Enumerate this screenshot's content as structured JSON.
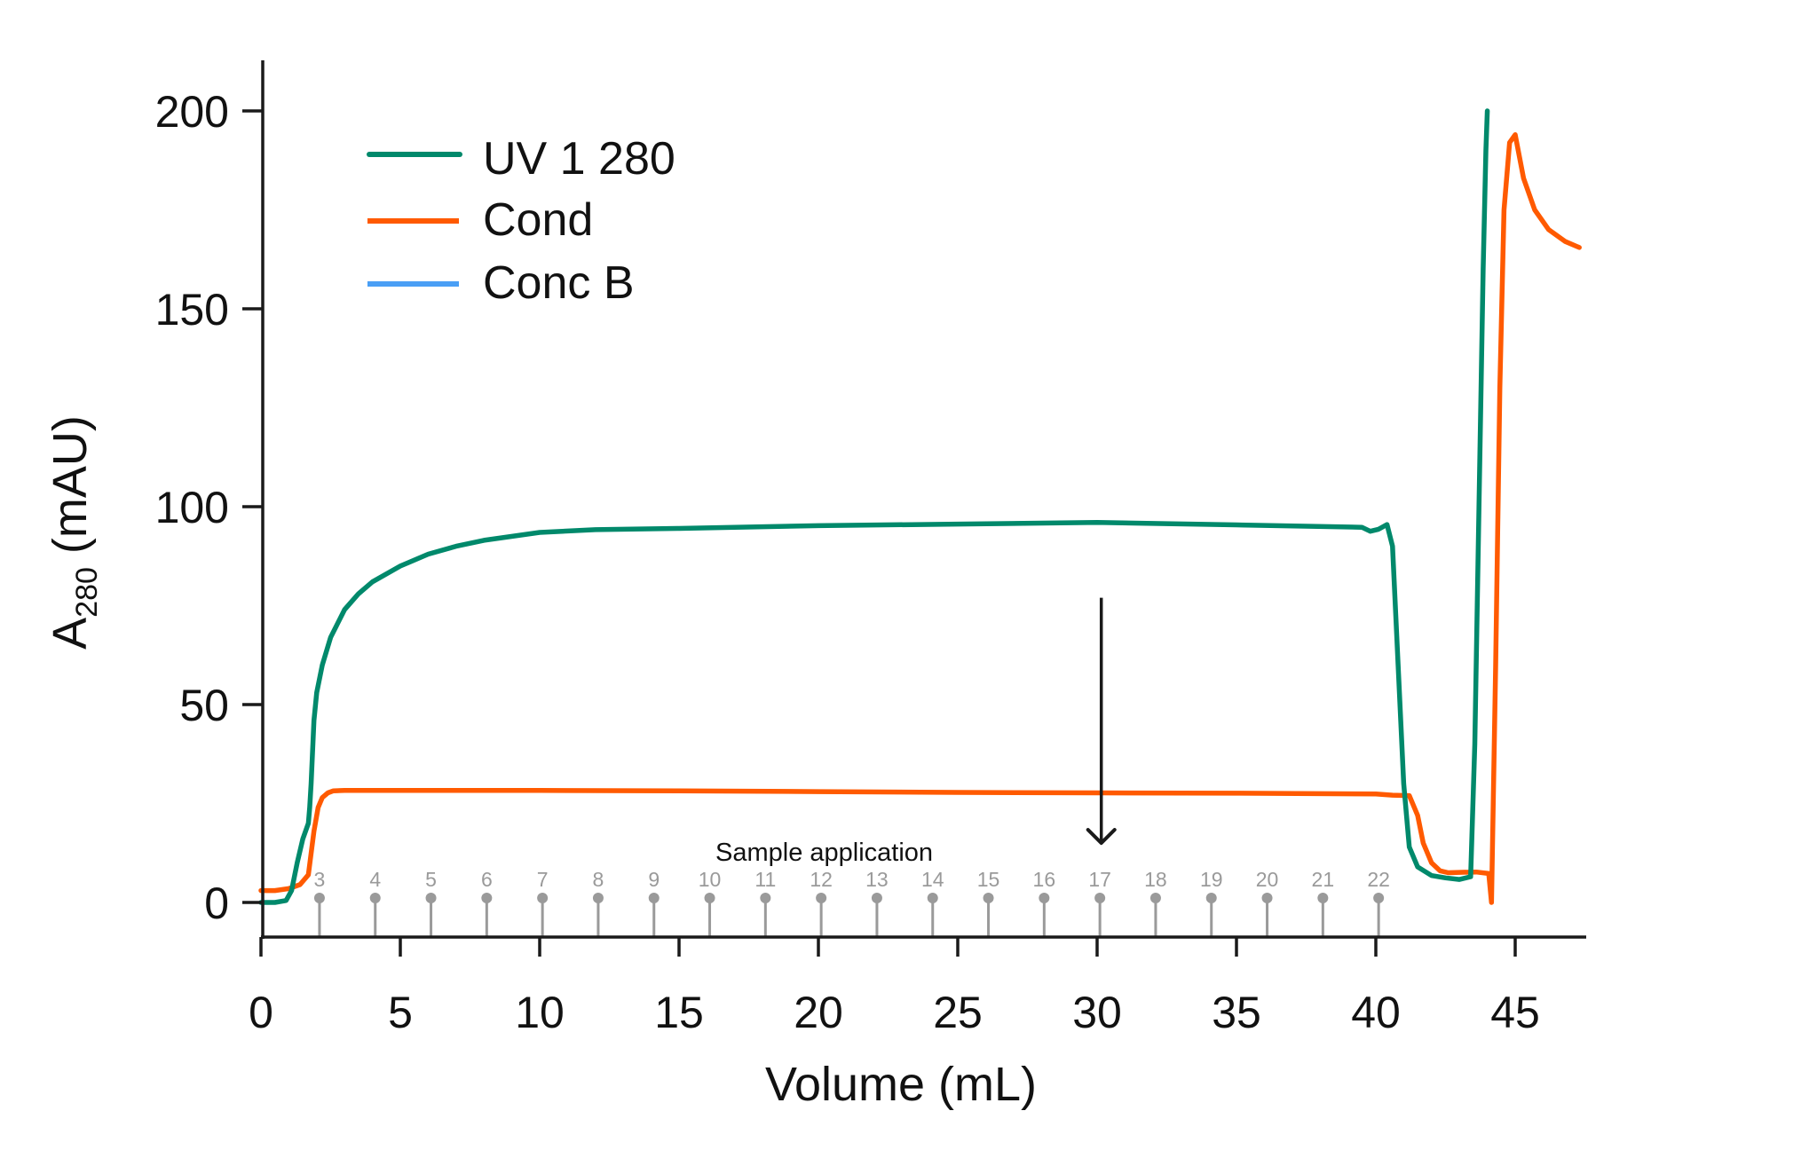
{
  "chart_data": {
    "type": "line",
    "title": "",
    "xlabel": "Volume (mL)",
    "ylabel": "A280 (mAU)",
    "ylabel_main": "A",
    "ylabel_sub": "280",
    "ylabel_unit": " (mAU)",
    "xlim": [
      0,
      47.2
    ],
    "ylim": [
      -8,
      208
    ],
    "x_ticks": [
      0,
      5,
      10,
      15,
      20,
      25,
      30,
      35,
      40,
      45
    ],
    "y_ticks": [
      0,
      50,
      100,
      150,
      200
    ],
    "grid": false,
    "legend_position": "upper-left",
    "series": [
      {
        "name": "UV 1 280",
        "color": "#00896b",
        "x": [
          0,
          0.5,
          0.9,
          1.1,
          1.3,
          1.5,
          1.7,
          1.75,
          1.8,
          1.85,
          1.9,
          2.0,
          2.2,
          2.5,
          3.0,
          3.5,
          4.0,
          5.0,
          6.0,
          7.0,
          8.0,
          10.0,
          12.0,
          15.0,
          20.0,
          25.0,
          30.0,
          35.0,
          39.5,
          39.8,
          40.1,
          40.4,
          40.6,
          40.8,
          41.0,
          41.2,
          41.5,
          42.0,
          42.5,
          43.0,
          43.4,
          43.55,
          43.7,
          43.85,
          43.95,
          44.0
        ],
        "y": [
          0,
          0,
          0.5,
          3,
          10,
          16,
          20,
          24,
          30,
          38,
          46,
          53,
          60,
          67,
          74,
          78,
          81,
          85,
          88,
          90,
          91.5,
          93.5,
          94.2,
          94.5,
          95.2,
          95.6,
          96.0,
          95.4,
          94.8,
          93.8,
          94.3,
          95.5,
          90,
          60,
          30,
          14,
          9,
          6.8,
          6.2,
          5.8,
          6.5,
          40,
          100,
          160,
          190,
          200
        ]
      },
      {
        "name": "Cond",
        "color": "#ff5a00",
        "x": [
          0,
          0.5,
          1.0,
          1.4,
          1.7,
          1.9,
          2.05,
          2.2,
          2.4,
          2.6,
          3.0,
          5.0,
          10.0,
          15.0,
          20.0,
          25.0,
          30.0,
          35.0,
          40.0,
          40.6,
          41.2,
          41.5,
          41.7,
          42.0,
          42.3,
          42.6,
          43.0,
          43.6,
          44.05,
          44.15,
          44.3,
          44.45,
          44.6,
          44.8,
          45.0,
          45.3,
          45.7,
          46.2,
          46.8,
          47.3
        ],
        "y": [
          3,
          3,
          3.5,
          4.5,
          7,
          18,
          24,
          26.5,
          27.7,
          28.2,
          28.3,
          28.3,
          28.3,
          28.2,
          28.0,
          27.8,
          27.7,
          27.6,
          27.4,
          27.1,
          27.0,
          22,
          15,
          10,
          8,
          7.5,
          7.6,
          7.7,
          7.3,
          0,
          60,
          130,
          175,
          192,
          194,
          183,
          175,
          170,
          167,
          165.5
        ]
      },
      {
        "name": "Conc B",
        "color": "#4a9ff5",
        "x": [],
        "y": []
      }
    ],
    "fractions": {
      "labels": [
        "3",
        "4",
        "5",
        "6",
        "7",
        "8",
        "9",
        "10",
        "11",
        "12",
        "13",
        "14",
        "15",
        "16",
        "17",
        "18",
        "19",
        "20",
        "21",
        "22"
      ],
      "x": [
        2.1,
        4.1,
        6.1,
        8.1,
        10.1,
        12.1,
        14.1,
        16.1,
        18.1,
        20.1,
        22.1,
        24.1,
        26.1,
        28.1,
        30.1,
        32.1,
        34.1,
        36.1,
        38.1,
        40.1
      ],
      "color": "#9a9a9a"
    },
    "annotations": [
      {
        "text": "Sample application",
        "arrow_x": 30.15,
        "arrow_from_y": 77,
        "arrow_to_y": 15
      }
    ]
  }
}
